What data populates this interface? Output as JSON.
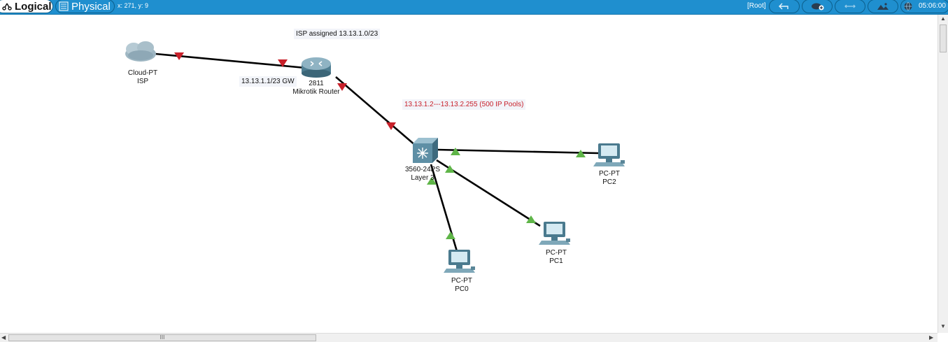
{
  "toolbar": {
    "logical_tab": "Logical",
    "physical_tab": "Physical",
    "coords": "x: 271, y: 9",
    "root_label": "[Root]",
    "clock": "05:06:00"
  },
  "devices": {
    "cloud": {
      "model": "Cloud-PT",
      "name": "ISP"
    },
    "router": {
      "model": "2811",
      "name": "Mikrotik Router"
    },
    "switch": {
      "model": "3560-24PS",
      "name": "Layer 3"
    },
    "pc0": {
      "model": "PC-PT",
      "name": "PC0"
    },
    "pc1": {
      "model": "PC-PT",
      "name": "PC1"
    },
    "pc2": {
      "model": "PC-PT",
      "name": "PC2"
    }
  },
  "notes": {
    "isp_assigned": "ISP assigned 13.13.1.0/23",
    "gw": "13.13.1.1/23 GW",
    "pool": "13.13.1.2---13.13.2.255 (500 IP Pools)"
  },
  "colors": {
    "link_down": "#c8202a",
    "link_up": "#5fb548",
    "pool_text": "#c8202a",
    "toolbar": "#1f8fcf"
  },
  "scrollbar": {
    "grip": "III"
  }
}
